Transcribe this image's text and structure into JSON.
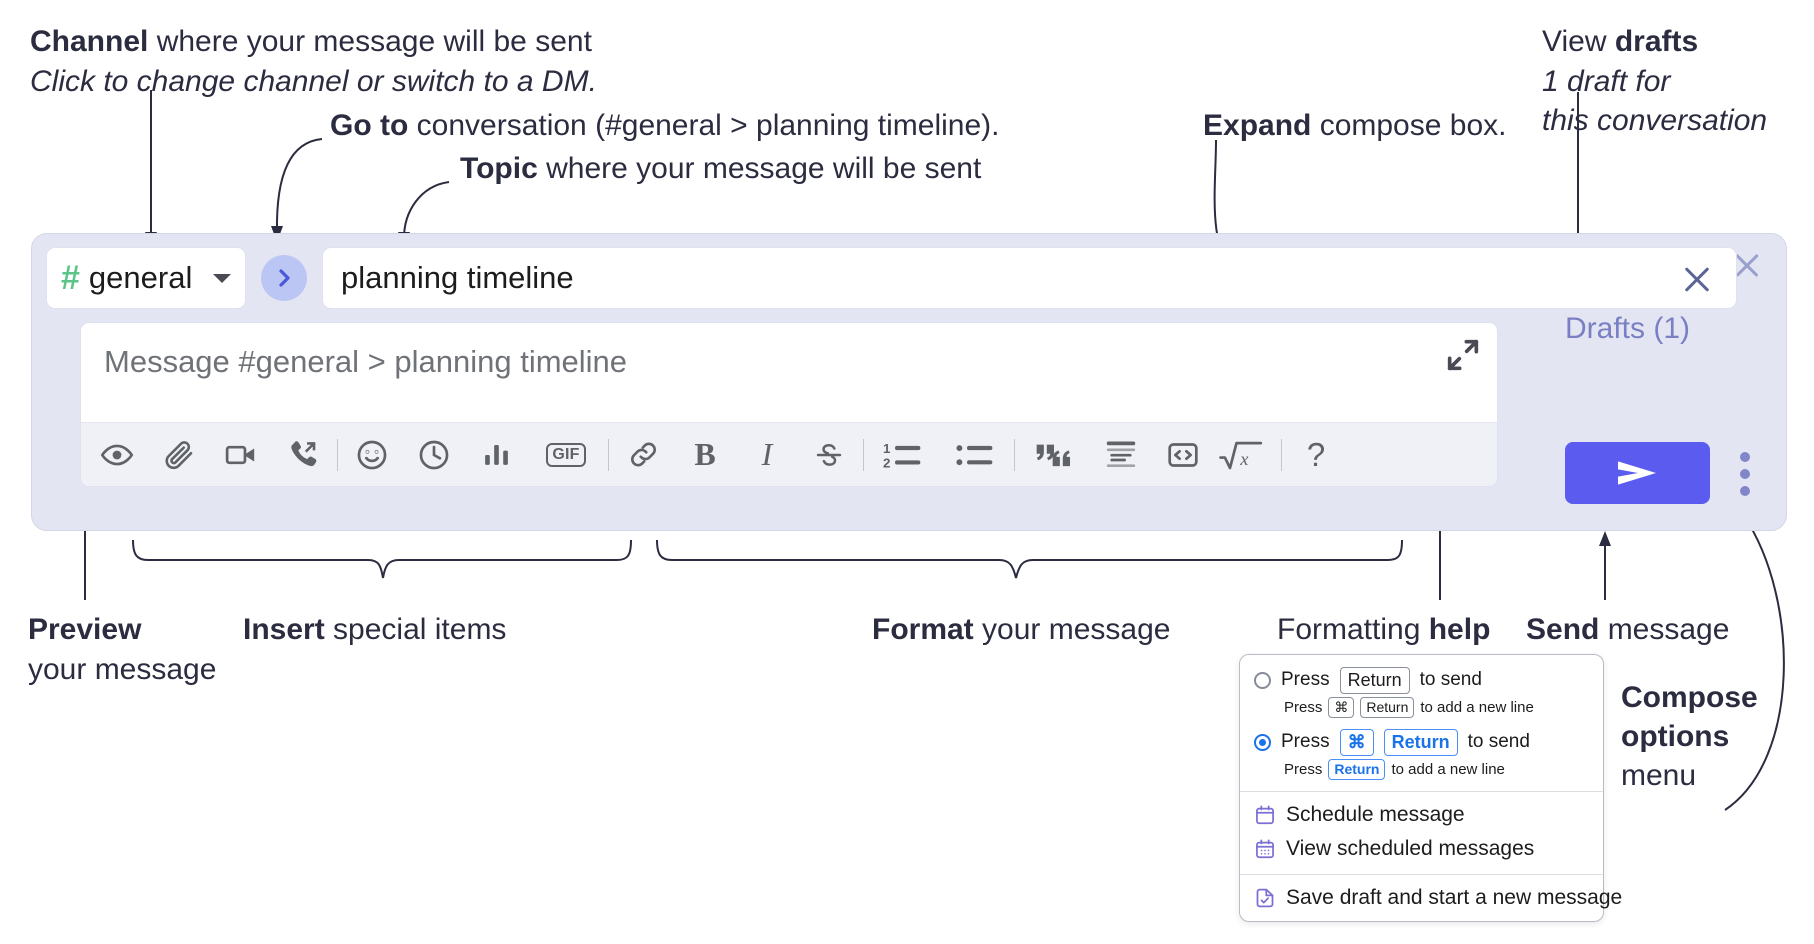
{
  "annotations": {
    "channel": {
      "bold": "Channel",
      "rest": " where your message will be sent",
      "italic": "Click to change channel or switch to a DM."
    },
    "goto": {
      "bold": "Go to",
      "rest": " conversation (#general > planning timeline)."
    },
    "topic": {
      "bold": "Topic",
      "rest": " where your message will be sent"
    },
    "expand": {
      "bold": "Expand",
      "rest": " compose box."
    },
    "drafts": {
      "lead": "View ",
      "bold": "drafts",
      "italic1": "1 draft for",
      "italic2": "this conversation"
    },
    "preview": {
      "bold": "Preview",
      "rest": "your message"
    },
    "insert": {
      "bold": "Insert",
      "rest": " special items"
    },
    "format": {
      "bold": "Format",
      "rest": " your message"
    },
    "formatting_help": {
      "lead": "Formatting ",
      "bold": "help"
    },
    "send": {
      "bold": "Send",
      "rest": " message"
    },
    "compose_options": {
      "bold1": "Compose",
      "bold2": "options",
      "rest": "menu"
    }
  },
  "compose": {
    "channel": {
      "hash": "#",
      "name": "general",
      "icon": "hash-icon",
      "caret_icon": "chevron-down-icon"
    },
    "goto_button": {
      "icon": "chevron-right-icon"
    },
    "topic": {
      "value": "planning timeline",
      "clear_icon": "close-icon"
    },
    "message": {
      "placeholder": "Message #general > planning timeline",
      "value": "",
      "expand_icon": "expand-icon"
    },
    "close_icon": "close-icon",
    "drafts_label": "Drafts (1)",
    "send_icon": "send-icon",
    "kebab_icon": "more-options-icon",
    "toolbar": [
      {
        "name": "preview-button",
        "icon": "eye-icon"
      },
      {
        "name": "attach-button",
        "icon": "paperclip-icon"
      },
      {
        "name": "video-clip-button",
        "icon": "video-camera-icon"
      },
      {
        "name": "audio-clip-button",
        "icon": "phone-arrow-icon"
      },
      {
        "name": "emoji-button",
        "icon": "smiley-icon"
      },
      {
        "name": "reminder-button",
        "icon": "clock-icon"
      },
      {
        "name": "poll-button",
        "icon": "bar-chart-icon"
      },
      {
        "name": "gif-button",
        "icon": "gif-icon",
        "label": "GIF"
      },
      {
        "name": "link-button",
        "icon": "link-icon"
      },
      {
        "name": "bold-button",
        "icon": "bold-icon",
        "label": "B"
      },
      {
        "name": "italic-button",
        "icon": "italic-icon",
        "label": "I"
      },
      {
        "name": "strikethrough-button",
        "icon": "strikethrough-icon",
        "label": "S"
      },
      {
        "name": "ordered-list-button",
        "icon": "numbered-list-icon"
      },
      {
        "name": "bulleted-list-button",
        "icon": "bulleted-list-icon"
      },
      {
        "name": "blockquote-button",
        "icon": "quote-icon"
      },
      {
        "name": "code-block-button",
        "icon": "code-block-icon"
      },
      {
        "name": "inline-code-button",
        "icon": "code-brackets-icon"
      },
      {
        "name": "math-button",
        "icon": "square-root-x-icon"
      },
      {
        "name": "help-button",
        "icon": "question-mark-icon",
        "label": "?"
      }
    ]
  },
  "options_menu": {
    "radio_enter": {
      "selected": false,
      "press": "Press",
      "key": "Return",
      "to_send": "to send",
      "sub_press": "Press",
      "sub_key1": "⌘",
      "sub_key2": "Return",
      "sub_tail": "to add a new line"
    },
    "radio_cmd_enter": {
      "selected": true,
      "press": "Press",
      "key1": "⌘",
      "key2": "Return",
      "to_send": "to send",
      "sub_press": "Press",
      "sub_key": "Return",
      "sub_tail": "to add a new line"
    },
    "items": [
      {
        "label": "Schedule message",
        "icon": "calendar-clock-icon"
      },
      {
        "label": "View scheduled messages",
        "icon": "calendar-grid-icon"
      },
      {
        "label": "Save draft and start a new message",
        "icon": "save-draft-icon"
      }
    ]
  },
  "colors": {
    "panel_bg": "#e3e6f2",
    "send_purple": "#5b5bf0",
    "goto_blue": "#bcc6f5",
    "hash_green": "#5bc489",
    "drafts_text": "#7a7fc4",
    "ink": "#2b2c40",
    "blue_key": "#1a73e8"
  }
}
